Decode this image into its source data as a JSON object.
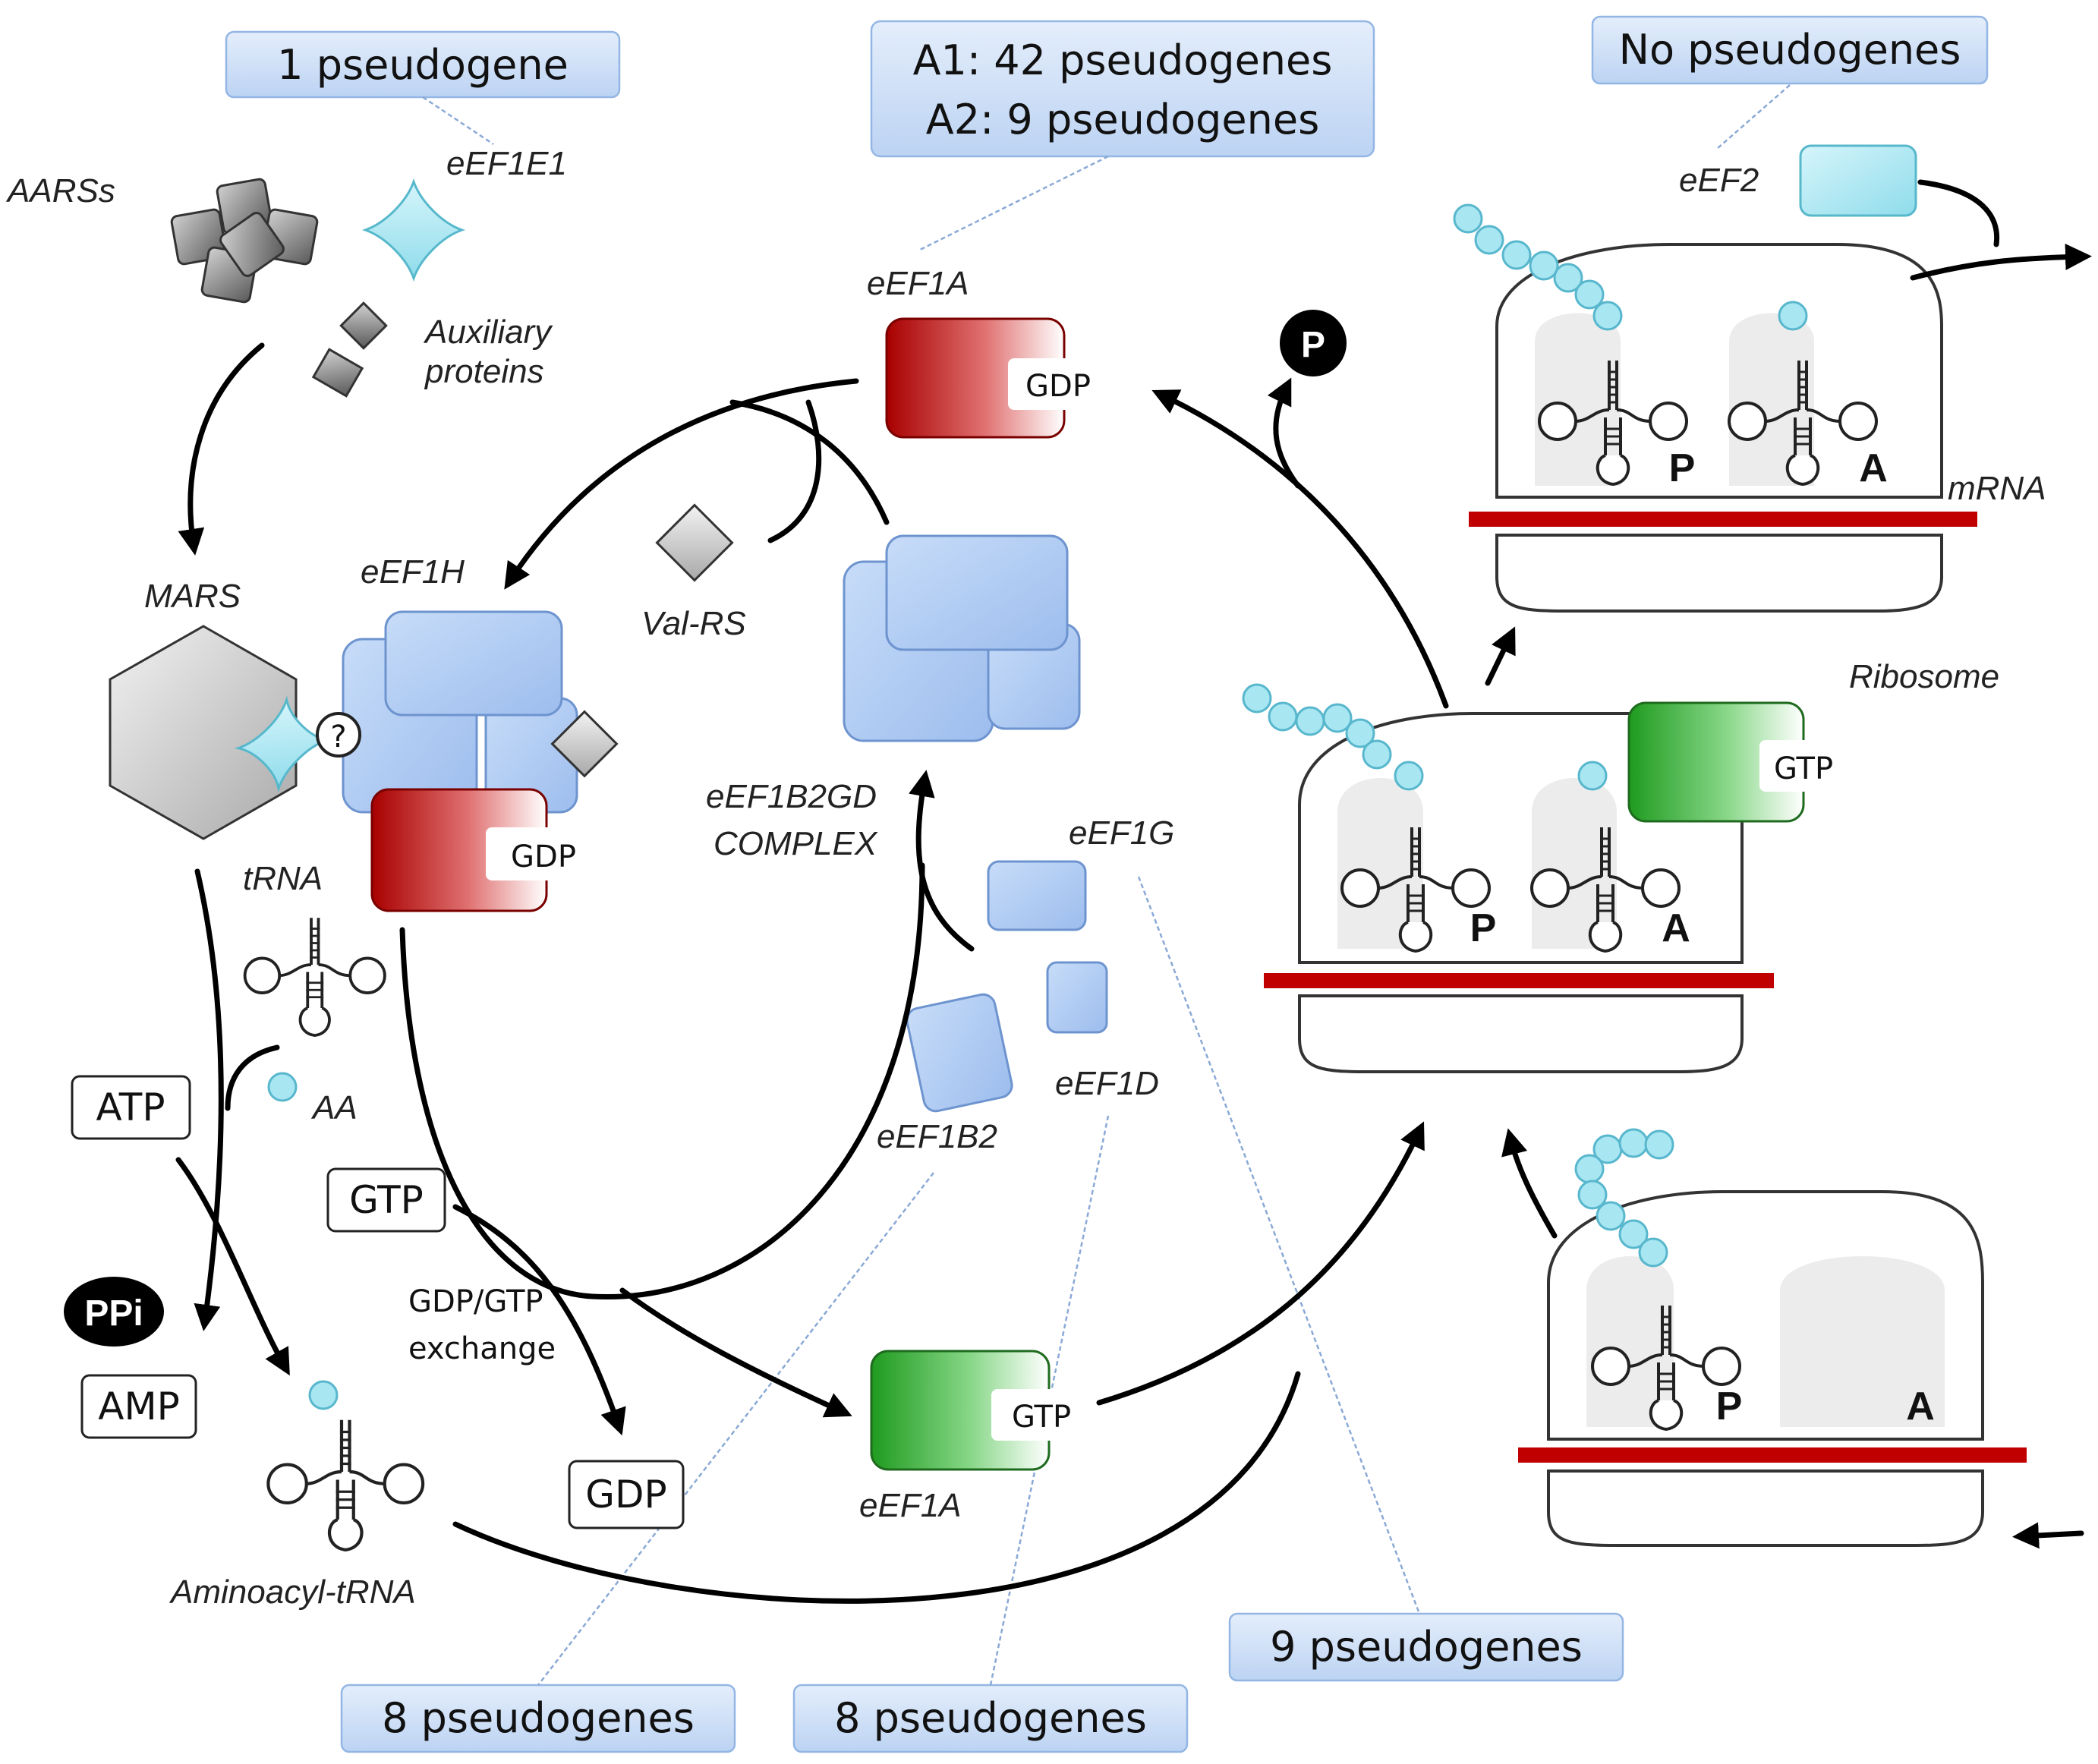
{
  "labels": {
    "aarss": "AARSs",
    "eef1e1": "eEF1E1",
    "auxiliary_line1": "Auxiliary",
    "auxiliary_line2": "proteins",
    "mars": "MARS",
    "eef1h": "eEF1H",
    "eef1a_top": "eEF1A",
    "val_rs": "Val-RS",
    "complex_line1": "eEF1B2GD",
    "complex_line2": "COMPLEX",
    "eef1g": "eEF1G",
    "eef1d": "eEF1D",
    "eef1b2": "eEF1B2",
    "eef1a_bottom": "eEF1A",
    "eef2": "eEF2",
    "trna": "tRNA",
    "aa": "AA",
    "aminoacyl_trna": "Aminoacyl-tRNA",
    "mrna": "mRNA",
    "ribosome": "Ribosome",
    "exchange_line1": "GDP/GTP",
    "exchange_line2": "exchange"
  },
  "callouts": {
    "one_pseudogene": "1 pseudogene",
    "a1": "A1: 42 pseudogenes",
    "a2": "A2: 9 pseudogenes",
    "no_pseudogenes": "No pseudogenes",
    "eef1g_count": "9 pseudogenes",
    "eef1b2_count": "8 pseudogenes",
    "eef1d_count": "8 pseudogenes"
  },
  "badges": {
    "gdp": "GDP",
    "gtp": "GTP",
    "atp": "ATP",
    "amp": "AMP",
    "ppi": "PPi",
    "phosphate": "P",
    "question": "?"
  },
  "sites": {
    "p": "P",
    "a": "A"
  },
  "colors": {
    "gdp_red": "#b30000",
    "gtp_green": "#2fae2f",
    "subunit_blue": "#a9c7f2",
    "aa_cyan": "#a8e6f2",
    "mrna_red": "#c00000",
    "callout_blue": "#cfe0f8"
  }
}
